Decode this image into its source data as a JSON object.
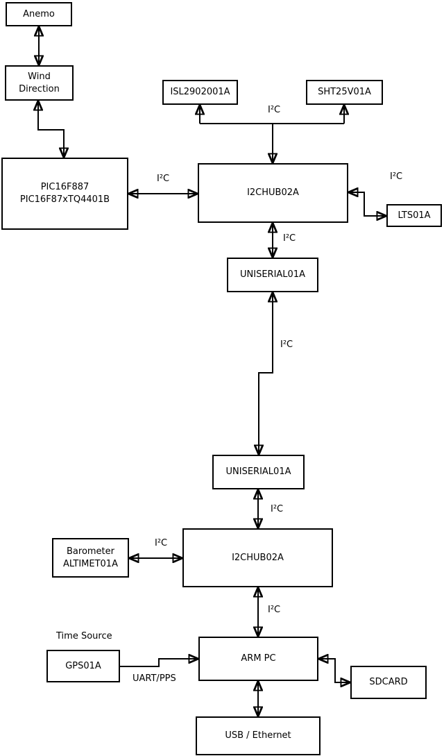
{
  "nodes": {
    "anemo": {
      "label": "Anemo"
    },
    "wind_direction": {
      "line1": "Wind",
      "line2": "Direction"
    },
    "pic": {
      "line1": "PIC16F887",
      "line2": "PIC16F87xTQ4401B"
    },
    "isl": {
      "label": "ISL2902001A"
    },
    "sht": {
      "label": "SHT25V01A"
    },
    "i2c_hub_top": {
      "label": "I2CHUB02A"
    },
    "lts": {
      "label": "LTS01A"
    },
    "uniserial_top": {
      "label": "UNISERIAL01A"
    },
    "uniserial_bottom": {
      "label": "UNISERIAL01A"
    },
    "i2c_hub_bottom": {
      "label": "I2CHUB02A"
    },
    "barometer": {
      "line1": "Barometer",
      "line2": "ALTIMET01A"
    },
    "gps": {
      "label": "GPS01A"
    },
    "arm_pc": {
      "label": "ARM PC"
    },
    "sdcard": {
      "label": "SDCARD"
    },
    "usb_ethernet": {
      "label": "USB / Ethernet"
    }
  },
  "edge_labels": {
    "pic_hub": "I²C",
    "hub_sensors": "I²C",
    "hub_lts": "I²C",
    "hub_uniserial": "I²C",
    "uniserial_link": "I²C",
    "uniserial_hub2": "I²C",
    "barometer_hub2": "I²C",
    "hub2_arm": "I²C",
    "gps_arm": "UART/PPS",
    "time_source": "Time Source"
  },
  "edges": [
    {
      "from": "Anemo",
      "to": "Wind Direction",
      "style": "bidirectional",
      "label": ""
    },
    {
      "from": "Wind Direction",
      "to": "PIC16F887 PIC16F87xTQ4401B",
      "style": "bidirectional",
      "label": ""
    },
    {
      "from": "PIC16F887 PIC16F87xTQ4401B",
      "to": "I2CHUB02A (top)",
      "style": "bidirectional",
      "label": "I²C"
    },
    {
      "from": "I2CHUB02A (top)",
      "to": "ISL2902001A",
      "style": "arrow-to",
      "label": "I²C"
    },
    {
      "from": "I2CHUB02A (top)",
      "to": "SHT25V01A",
      "style": "arrow-to",
      "label": "I²C"
    },
    {
      "from": "I2CHUB02A (top)",
      "to": "LTS01A",
      "style": "bidirectional",
      "label": "I²C"
    },
    {
      "from": "I2CHUB02A (top)",
      "to": "UNISERIAL01A (upper)",
      "style": "bidirectional",
      "label": "I²C"
    },
    {
      "from": "UNISERIAL01A (upper)",
      "to": "UNISERIAL01A (lower)",
      "style": "bidirectional",
      "label": "I²C"
    },
    {
      "from": "UNISERIAL01A (lower)",
      "to": "I2CHUB02A (bottom)",
      "style": "bidirectional",
      "label": "I²C"
    },
    {
      "from": "Barometer ALTIMET01A",
      "to": "I2CHUB02A (bottom)",
      "style": "bidirectional",
      "label": "I²C"
    },
    {
      "from": "I2CHUB02A (bottom)",
      "to": "ARM PC",
      "style": "bidirectional",
      "label": "I²C"
    },
    {
      "from": "GPS01A",
      "to": "ARM PC",
      "style": "arrow-to",
      "label": "UART/PPS"
    },
    {
      "from": "ARM PC",
      "to": "SDCARD",
      "style": "bidirectional",
      "label": ""
    },
    {
      "from": "ARM PC",
      "to": "USB / Ethernet",
      "style": "bidirectional",
      "label": ""
    }
  ],
  "colors": {
    "background": "#ffffff",
    "line": "#000000",
    "text": "#000000",
    "box_fill": "#ffffff"
  }
}
